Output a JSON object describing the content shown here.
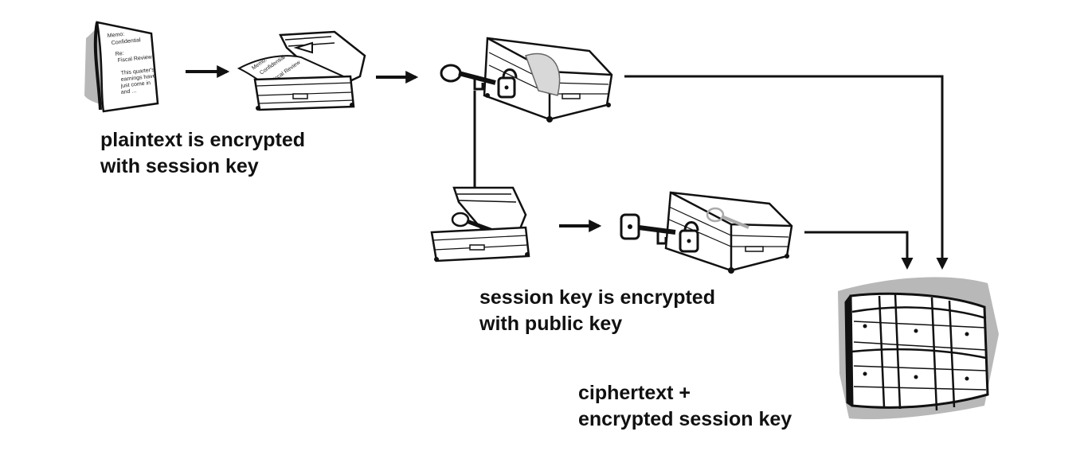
{
  "colors": {
    "ink": "#111111",
    "shadow": "#b8b8b8",
    "paper": "#ffffff"
  },
  "memo": {
    "line1": "Memo:",
    "line2": "Confidential",
    "line3": "Re:",
    "line4": "Fiscal Review",
    "line5": "This quarter's",
    "line6": "earnings have",
    "line7": "just come in",
    "line8": "and ..."
  },
  "steps": {
    "plaintext": {
      "line1": "plaintext is encrypted",
      "line2": "with session key"
    },
    "session": {
      "line1": "session key is encrypted",
      "line2": "with public key"
    },
    "result": {
      "line1": "ciphertext +",
      "line2": "encrypted session key"
    }
  },
  "icons": [
    "memo-document-icon",
    "open-chest-icon",
    "locked-chest-icon",
    "key-icon",
    "padlock-icon",
    "strapped-package-icon",
    "arrow-right-icon",
    "arrow-down-icon"
  ]
}
